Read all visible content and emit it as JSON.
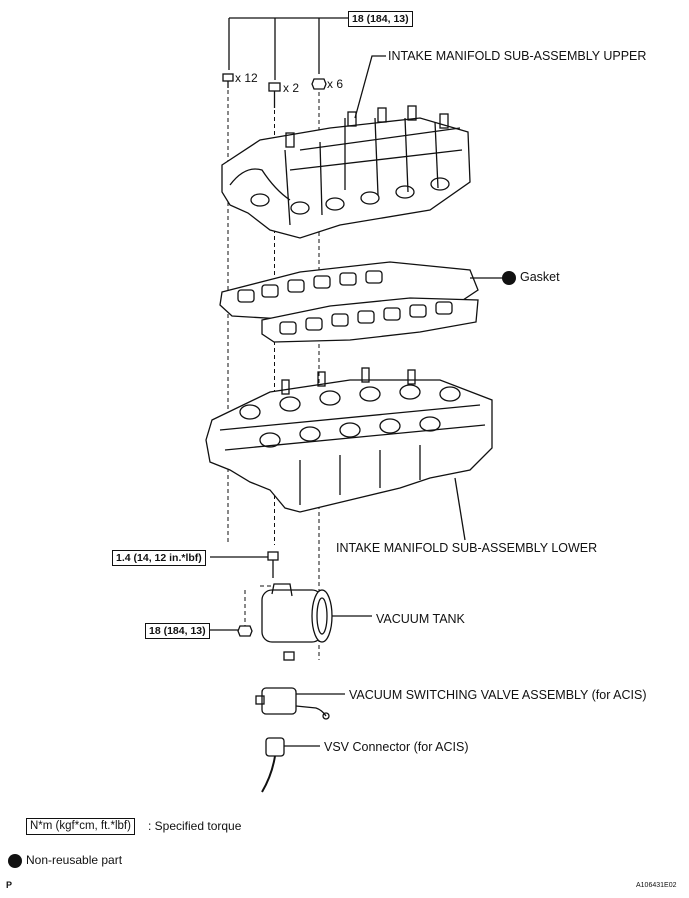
{
  "torque_specs": {
    "top": "18 (184, 13)",
    "bolt_small": "1.4 (14, 12 in.*lbf)",
    "nut_tank": "18 (184, 13)"
  },
  "fasteners": {
    "q1": "x 12",
    "q2": "x 2",
    "q3": "x 6"
  },
  "parts": {
    "upper": "INTAKE MANIFOLD SUB-ASSEMBLY UPPER",
    "gasket": "Gasket",
    "lower": "INTAKE MANIFOLD SUB-ASSEMBLY LOWER",
    "tank": "VACUUM TANK",
    "vsv": "VACUUM SWITCHING VALVE ASSEMBLY (for ACIS)",
    "connector": "VSV Connector (for ACIS)"
  },
  "legend": {
    "torque_box": "N*m (kgf*cm, ft.*lbf)",
    "torque_text": ": Specified torque",
    "nonreusable": "Non-reusable part"
  },
  "footer": {
    "corner_letter": "P",
    "figure_id": "A106431E02"
  },
  "colors": {
    "ink": "#111111",
    "background": "#ffffff"
  }
}
